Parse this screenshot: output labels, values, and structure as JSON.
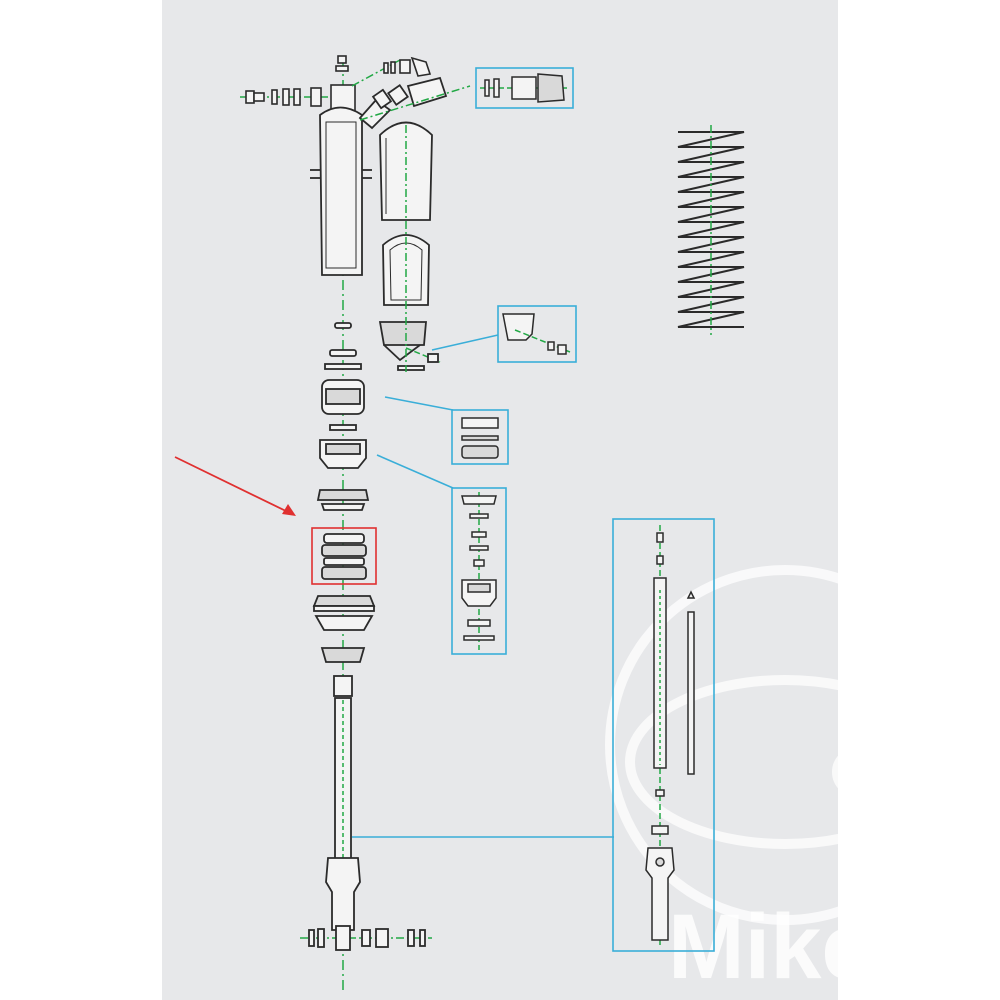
{
  "colors": {
    "page_background": "#ffffff",
    "panel_background": "#e7e8ea",
    "outline": "#2b2b2b",
    "part_shade": "#d9d9d9",
    "part_light": "#f4f4f4",
    "centerline": "#22a845",
    "callout": "#3aaed8",
    "highlight": "#e03030",
    "watermark": "#ffffff"
  },
  "diagram": {
    "type": "exploded-parts-drawing",
    "subject": "shock-absorber",
    "highlighted_part": "damping-piston-assembly",
    "callout_boxes": [
      "adjuster-valve-detail",
      "reservoir-fitting-detail",
      "seal-stack-detail",
      "shaft-valve-detail",
      "damper-rod-detail"
    ]
  },
  "watermark": {
    "text": "Mike"
  }
}
